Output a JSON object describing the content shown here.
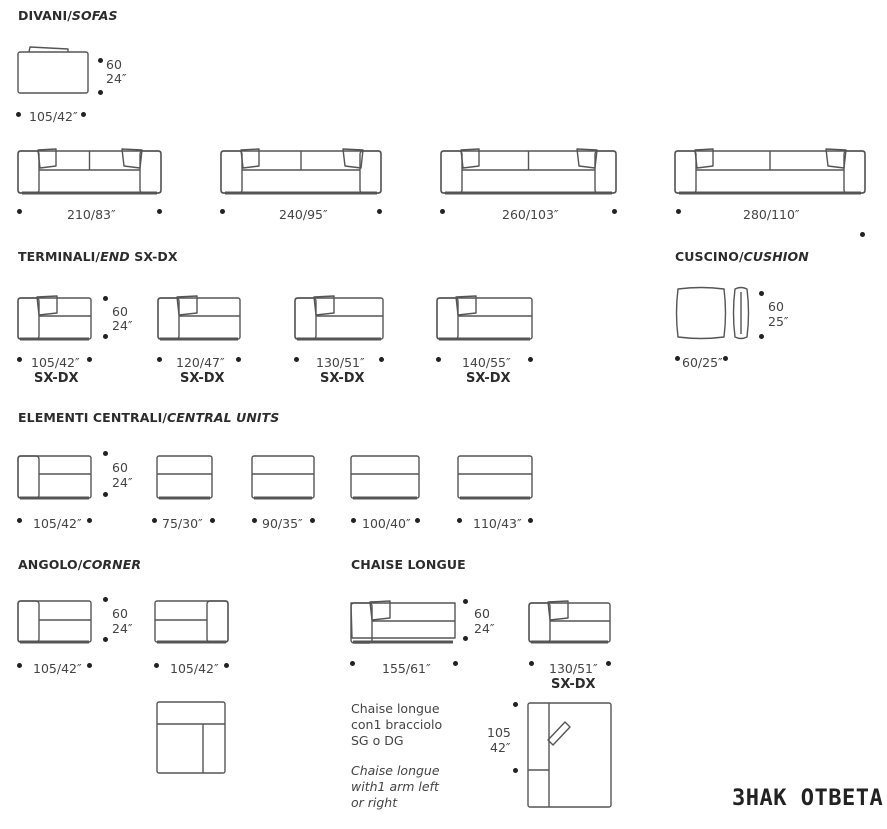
{
  "sections": {
    "divani": "DIVANI/",
    "divani_en": "SOFAS",
    "terminali": "TERMINALI/",
    "terminali_en": "END",
    "terminali_suffix": " SX-DX",
    "cuscino": "CUSCINO/",
    "cuscino_en": "CUSHION",
    "centrali": "ELEMENTI CENTRALI/",
    "centrali_en": "CENTRAL UNITS",
    "angolo": "ANGOLO/",
    "angolo_en": "CORNER",
    "chaise": "CHAISE LONGUE"
  },
  "sofa_single": {
    "depth_cm": "60",
    "depth_in": "24″",
    "width": "105/42″"
  },
  "sofas": [
    "210/83″",
    "240/95″",
    "260/103″",
    "280/110″"
  ],
  "ends": {
    "depth_cm": "60",
    "depth_in": "24″",
    "widths": [
      "105/42″",
      "120/47″",
      "130/51″",
      "140/55″"
    ],
    "side": "SX-DX"
  },
  "cushion": {
    "depth_cm": "60",
    "depth_in": "25″",
    "width": "60/25″"
  },
  "central": {
    "depth_cm": "60",
    "depth_in": "24″",
    "widths": [
      "105/42″",
      "75/30″",
      "90/35″",
      "100/40″",
      "110/43″"
    ]
  },
  "corner": {
    "depth_cm": "60",
    "depth_in": "24″",
    "widths": [
      "105/42″",
      "105/42″"
    ]
  },
  "chaise": {
    "depth_cm": "60",
    "depth_in": "24″",
    "width_a": "155/61″",
    "width_b": "130/51″",
    "side": "SX-DX",
    "plan_depth_cm": "105",
    "plan_depth_in": "42″",
    "note_it": [
      "Chaise longue",
      "con1 bracciolo",
      "SG  o DG"
    ],
    "note_en": [
      "Chaise longue",
      "with1 arm left",
      "or right"
    ]
  },
  "watermark": "ЗНАК ОТВЕТА",
  "colors": {
    "line": "#555555",
    "text": "#444444",
    "dot": "#222222"
  }
}
